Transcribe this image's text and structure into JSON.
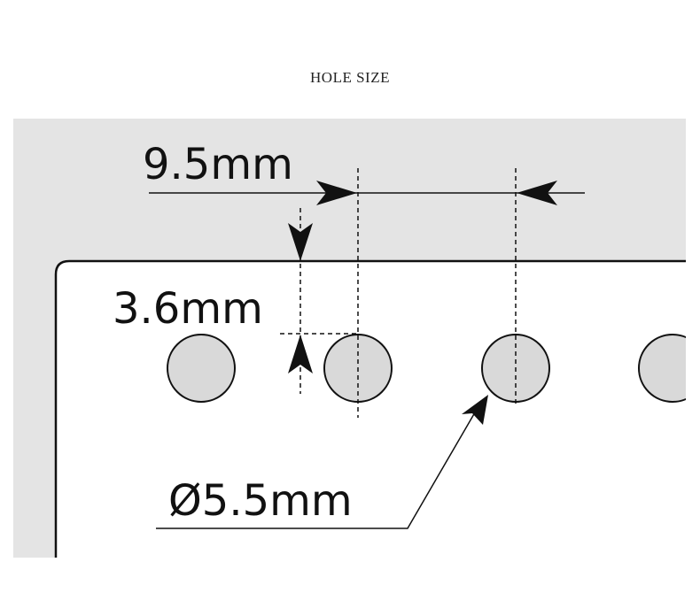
{
  "title": "HOLE SIZE",
  "dimensions": {
    "hole_spacing": "9.5mm",
    "edge_distance": "3.6mm",
    "hole_diameter": "Ø5.5mm"
  },
  "colors": {
    "background": "#ffffff",
    "outer_panel": "#e4e4e4",
    "sheet": "#ffffff",
    "hole_fill": "#d9d9d9",
    "line": "#111111"
  }
}
